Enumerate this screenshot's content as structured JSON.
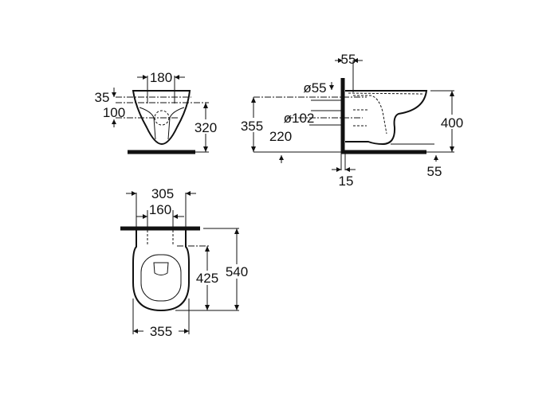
{
  "front_view": {
    "width_between_fixings": "180",
    "top_to_fixing": "35",
    "fixing_to_outlet": "100",
    "fixing_height": "320"
  },
  "side_view": {
    "wall_to_inlet": "55",
    "inlet_diameter": "ø55",
    "outlet_diameter": "ø102",
    "inlet_height": "355",
    "outlet_height": "220",
    "rim_height": "400",
    "floor_gap": "55",
    "wall_thickness": "15"
  },
  "top_view": {
    "fixing_outer": "305",
    "fixing_inner": "160",
    "fixing_to_front": "425",
    "total_depth": "540",
    "width": "355"
  }
}
